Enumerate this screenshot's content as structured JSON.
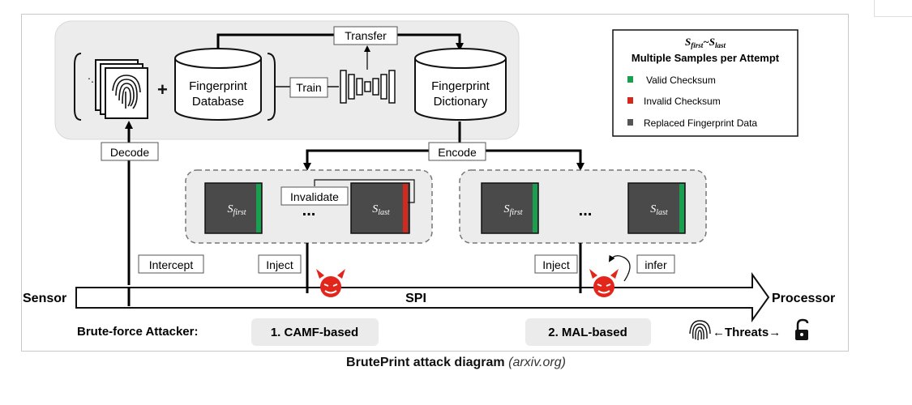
{
  "diagram": {
    "fingerprint_database": [
      "Fingerprint",
      "Database"
    ],
    "fingerprint_dictionary": [
      "Fingerprint",
      "Dictionary"
    ],
    "transfer": "Transfer",
    "train": "Train",
    "decode": "Decode",
    "encode": "Encode",
    "invalidate": "Invalidate",
    "intercept": "Intercept",
    "inject_1": "Inject",
    "inject_2": "Inject",
    "infer": "infer",
    "sensor": "Sensor",
    "processor": "Processor",
    "spi": "SPI",
    "ellipsis": "...",
    "plus": "+",
    "attacker_label": "Brute-force Attacker:",
    "attack_1": "1. CAMF-based",
    "attack_2": "2. MAL-based",
    "threats": "Threats"
  },
  "legend": {
    "title": "Multiple Samples per Attempt",
    "items": [
      {
        "label": "Valid Checksum",
        "color": "#1a9e50"
      },
      {
        "label": "Invalid Checksum",
        "color": "#d2281e"
      },
      {
        "label": "Replaced Fingerprint Data",
        "color": "#555555"
      }
    ]
  },
  "caption": {
    "title": "BrutePrint attack diagram",
    "source": "(arxiv.org)"
  },
  "colors": {
    "sample_fill": "#4a4a4a",
    "valid": "#1a9e50",
    "invalid": "#d2281e",
    "devil": "#e3261b",
    "panel_fill": "#ececec",
    "attack_fill": "#ebebeb"
  }
}
